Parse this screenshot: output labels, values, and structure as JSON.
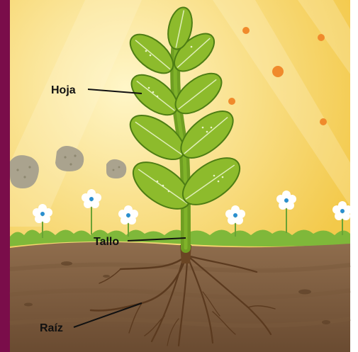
{
  "labels": {
    "leaf": "Hoja",
    "stem": "Tallo",
    "root": "Raíz"
  },
  "colors": {
    "side_bar": "#7a0d4a",
    "sky_light": "#fbe89a",
    "sky_dark": "#f2c84b",
    "leaf_fill": "#8dbb2c",
    "leaf_edge": "#4d7d14",
    "stem": "#6f9e22",
    "grass": "#7fb83a",
    "soil_top": "#8c6a4a",
    "soil_bottom": "#6a4a30",
    "root": "#5b3a1f",
    "flower_petal": "#ffffff",
    "flower_center": "#2a8fd0",
    "particle": "#f08a2c",
    "rock": "#a9a38e"
  }
}
